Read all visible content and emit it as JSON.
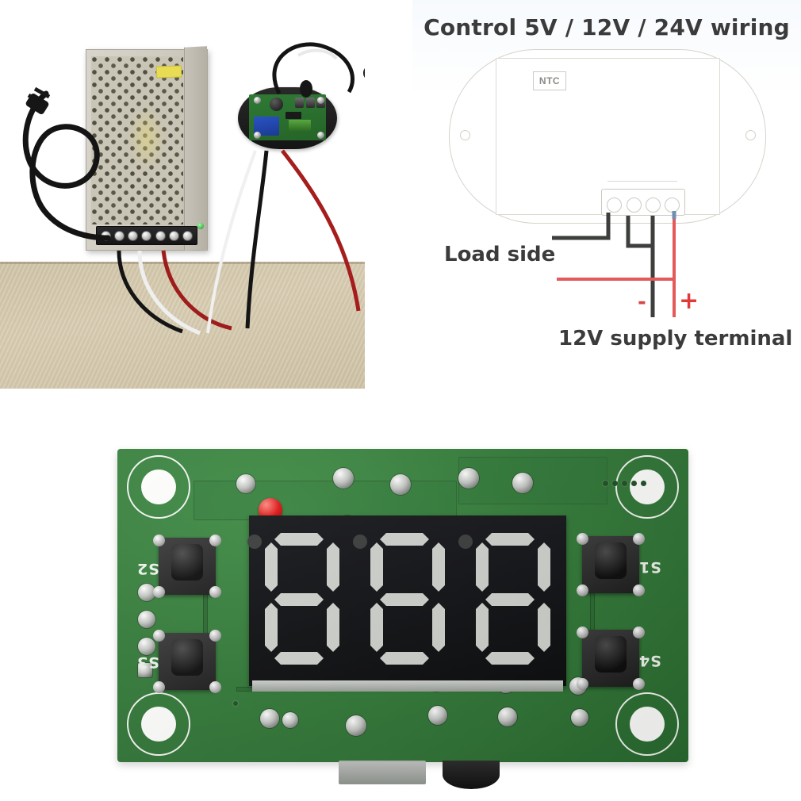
{
  "panels": {
    "product_photo": {
      "name": "product-assembly-photo",
      "components": {
        "power_supply": "switching-power-supply",
        "ac_cord": "ac-power-cord",
        "controller_module": "thermostat-controller-module",
        "ntc_probe": "ntc-temperature-probe",
        "relay": "relay",
        "terminal_block": "terminal-block",
        "buzzer": "buzzer"
      }
    },
    "wiring_diagram": {
      "title": "Control 5V / 12V / 24V wiring",
      "ntc_label": "NTC",
      "load_label": "Load side",
      "supply_label": "12V supply terminal",
      "minus_sign": "-",
      "plus_sign": "+",
      "terminal_positions": 4,
      "colors": {
        "wire_load": "#3c3f3b",
        "wire_negative": "#3c3f3b",
        "wire_positive": "#e35a5a",
        "outline": "#d7d3cb",
        "text": "#3b3b3b"
      }
    },
    "pcb_photo": {
      "name": "thermostat-pcb-board",
      "buttons": [
        {
          "label": "S2",
          "position": "left-top"
        },
        {
          "label": "S3",
          "position": "left-bottom"
        },
        {
          "label": "S1",
          "position": "right-top"
        },
        {
          "label": "S4",
          "position": "right-bottom"
        }
      ],
      "display": {
        "type": "seven-segment",
        "digit_count": 3,
        "digits": [
          "8",
          "8",
          "8"
        ],
        "decimal_points": 3,
        "state": "unlit"
      },
      "indicator_led": {
        "name": "status-led",
        "color": "#e01414",
        "state": "red"
      },
      "mounting_holes": 4,
      "colors": {
        "solder_mask": "#327a38",
        "silkscreen": "#f2f5f0",
        "display_face": "#0b0c0e",
        "segment": "#cfd2cd",
        "pad": "#c3c6c2"
      }
    }
  }
}
